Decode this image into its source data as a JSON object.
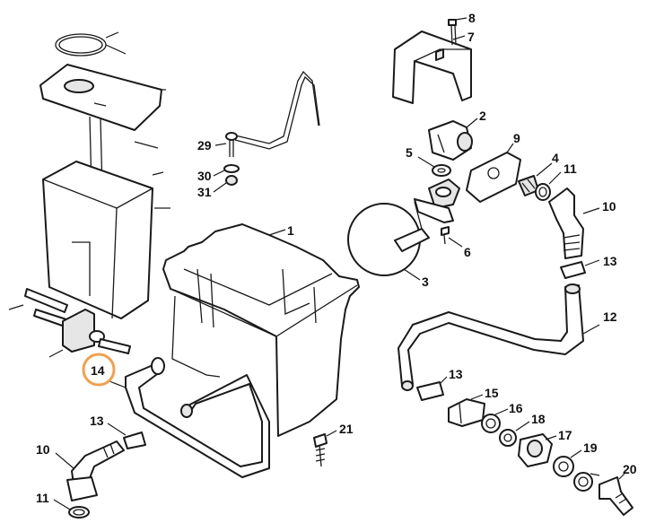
{
  "callouts": {
    "c1": "1",
    "c2": "2",
    "c3": "3",
    "c4": "4",
    "c5": "5",
    "c6": "6",
    "c7": "7",
    "c8": "8",
    "c9": "9",
    "c10a": "10",
    "c10b": "10",
    "c11a": "11",
    "c11b": "11",
    "c12": "12",
    "c13a": "13",
    "c13b": "13",
    "c13c": "13",
    "c14": "14",
    "c15": "15",
    "c16": "16",
    "c17": "17",
    "c18": "18",
    "c19": "19",
    "c20": "20",
    "c21": "21",
    "c29": "29",
    "c30": "30",
    "c31": "31"
  },
  "colors": {
    "highlight": "#f0a050",
    "line": "#1a1a1a",
    "shade": "#e6e6e6"
  }
}
